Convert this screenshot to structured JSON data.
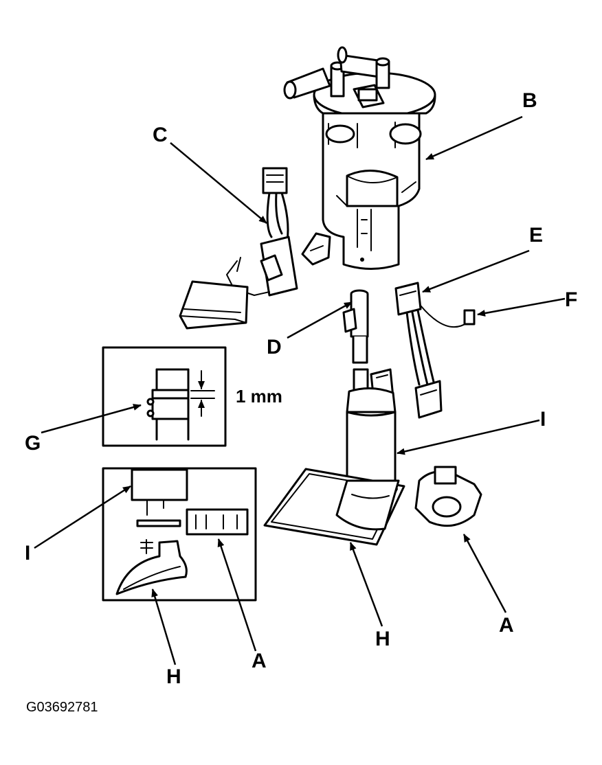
{
  "labels": {
    "A_inset": "A",
    "A_main": "A",
    "B": "B",
    "C": "C",
    "D": "D",
    "E": "E",
    "F": "F",
    "G": "G",
    "H_inset": "H",
    "H_main": "H",
    "I_inset": "I",
    "I_main": "I"
  },
  "dimension": "1 mm",
  "figure_code": "G03692781",
  "colors": {
    "ink": "#000000",
    "paper": "#ffffff"
  }
}
